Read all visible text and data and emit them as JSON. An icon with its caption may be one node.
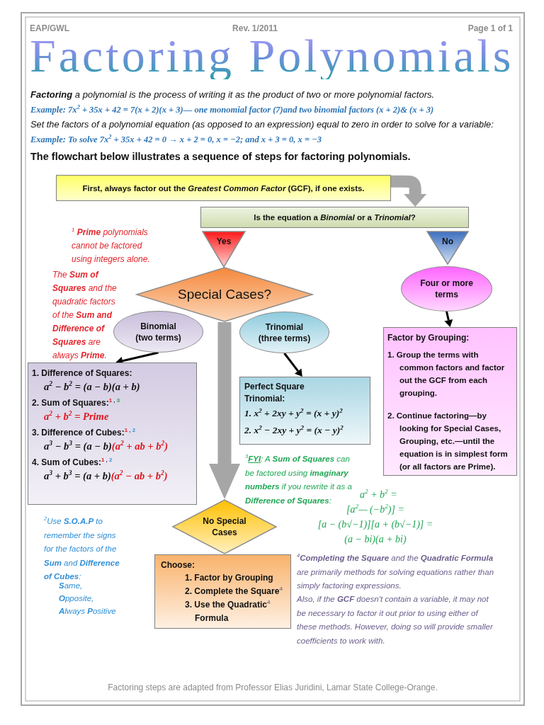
{
  "diagram": {
    "title": "Factoring Polynomials",
    "nodes": [
      {
        "text": [
          "First, always factor out the *Greatest Common Factor* (GCF), if one exists."
        ]
      },
      {
        "text": [
          "Is the equation a *Binomial* or a *Trinomial*?"
        ]
      },
      {
        "text": [
          "Yes"
        ]
      },
      {
        "text": [
          "No"
        ]
      },
      {
        "text": [
          "Special Cases?"
        ]
      },
      {
        "text": [
          "Four or more terms"
        ]
      },
      {
        "text": [
          "Binomial (two terms)"
        ]
      },
      {
        "text": [
          "Trinomial (three terms)"
        ]
      },
      {
        "text": [
          "Factor by Grouping:",
          "1. Group the terms with common factors and factor out the GCF from each grouping.",
          "2. Continue factoring—by looking for Special Cases, Grouping, etc.—until the equation is in simplest form (or all factors are Prime)."
        ]
      },
      {
        "text": [
          "1. Difference of Squares:",
          "a$^{2}$ − b$^{2}$ = (a − b)(a + b)",
          "2. Sum of Squares:$^{1}$$^{ , }$$^{3}$",
          "a$^{2}$ + b$^{2}$ = Prime",
          "3. Difference of Cubes:$^{1}$$^{ , }$$^{2}$",
          "a$^{3}$ − b$^{3}$ = (a − b)",
          "(a$^{2}$ + ab + b$^{2}$)",
          "4. Sum of Cubes:$^{1}$$^{ , }$$^{2}$",
          "a$^{3}$ + b$^{3}$ = (a + b)",
          "(a$^{2}$ − ab + b$^{2}$)"
        ]
      },
      {
        "text": [
          "Perfect Square Trinomial:",
          "1. x$^{2}$ + 2xy + y$^{2}$ = (x + y)$^{2}$",
          "2. x$^{2}$ − 2xy + y$^{2}$ = (x − y)$^{2}$"
        ]
      },
      {
        "text": [
          "No Special Cases"
        ]
      },
      {
        "text": [
          "Choose:",
          "1. Factor by Grouping",
          "2. Complete the Square$^{4}$",
          "3. Use the Quadratic$^{4}$ Formula"
        ]
      }
    ],
    "edges": [
      {
        "from": 0,
        "to": 1,
        "arrow": "to",
        "style": "thick",
        "color": "#a6a6a6"
      },
      {
        "from": 5,
        "to": 8,
        "arrow": "to"
      },
      {
        "from": 6,
        "to": 9,
        "arrow": "to"
      },
      {
        "from": 7,
        "to": 10,
        "arrow": "to"
      },
      {
        "from": 4,
        "to": 11,
        "arrow": "to",
        "style": "thick",
        "color": "#a6a6a6"
      }
    ],
    "labels": [
      "EAP/GWL",
      "Rev. 1/2011",
      "Page 1 of 1",
      "**Factoring** a polynomial is the process of writing it as the product of two or more polynomial factors.",
      "Example: 7x$^{2}$ + 35x + 42 = 7(x + 2)(x + 3)— one monomial factor (7)and two binomial factors (x + 2)& (x + 3)",
      "Set the factors of a polynomial equation (as opposed to an expression) equal to zero in order to solve for a variable:",
      "Example: To solve 7x$^{2}$ + 35x + 42 = 0 → x + 2 = 0, x = −2; and x + 3 = 0, x = −3",
      "The flowchart below illustrates a sequence of steps for factoring polynomials.",
      "$^{1}$ **Prime** polynomials cannot be factored using integers alone.",
      "The **Sum of Squares** and the quadratic factors of the **Sum and Difference of Squares** are always **Prime**.",
      "$^{3}$**FYI**: A **Sum of Squares** can be factored using **imaginary numbers** if you rewrite it as a **Difference of Squares**:",
      "a$^{2}$ + b$^{2}$ =",
      "[a$^{2}$— (−b$^{2}$)] =",
      "[a − (b√−1)][a + (b√−1)] =",
      "(a − bi)(a + bi)",
      "$^{2}$Use **S.O.A.P** to remember the signs for the factors of the **Sum** and **Difference of Cubes**:",
      "**S**ame,",
      "**O**pposite,",
      "**A**lways **P**ositive",
      "$^{4}$**Completing the Square** and the **Quadratic Formula** are primarily methods for solving equations rather than simply factoring expressions.",
      "Also, if the **GCF** doesn't contain a variable, it may not be necessary to factor it out prior to using either of these methods. However, doing so will provide smaller coefficients to work with.",
      "Factoring steps are adapted from Professor Elias Juridini, Lamar State College-Orange."
    ]
  }
}
